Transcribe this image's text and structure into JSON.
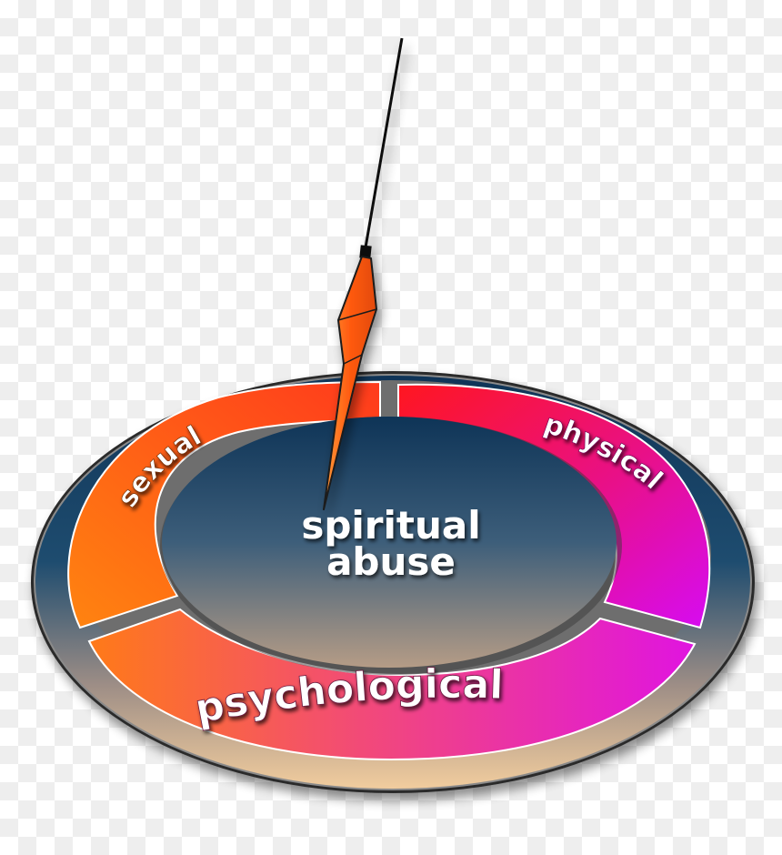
{
  "diagram": {
    "center_label": {
      "line1": "spiritual",
      "line2": "abuse"
    },
    "segments": [
      {
        "id": "sexual",
        "label": "sexual"
      },
      {
        "id": "physical",
        "label": "physical"
      },
      {
        "id": "psychological",
        "label": "psychological"
      }
    ],
    "colors": {
      "orange": "#ff7a12",
      "red": "#ff1a1a",
      "magenta": "#e00ee8",
      "pink": "#f24a80",
      "navy": "#113a5c",
      "tan": "#e5bf90"
    },
    "pointer": {
      "color": "#ff6f1a",
      "icon": "pendulum-icon"
    }
  }
}
